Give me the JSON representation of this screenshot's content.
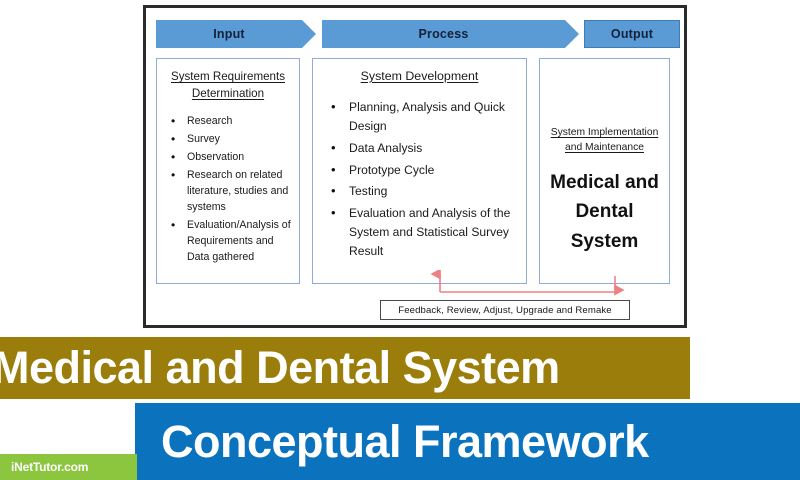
{
  "diagram": {
    "headers": [
      {
        "label": "Input",
        "shape": "chevron-arrow"
      },
      {
        "label": "Process",
        "shape": "chevron-arrow"
      },
      {
        "label": "Output",
        "shape": "rectangle"
      }
    ],
    "input_column": {
      "title_line1": "System Requirements",
      "title_line2": "Determination",
      "bullets": [
        "Research",
        "Survey",
        "Observation",
        "Research on related literature, studies and systems",
        "Evaluation/Analysis of Requirements and Data gathered"
      ]
    },
    "process_column": {
      "title": "System Development",
      "bullets": [
        "Planning, Analysis and Quick Design",
        "Data Analysis",
        "Prototype Cycle",
        "Testing",
        "Evaluation and Analysis of the System and Statistical Survey Result"
      ]
    },
    "output_column": {
      "subtitle_line1": "System Implementation",
      "subtitle_line2": "and Maintenance",
      "main_line1": "Medical and",
      "main_line2": "Dental",
      "main_line3": "System"
    },
    "feedback": {
      "label": "Feedback, Review, Adjust, Upgrade and Remake",
      "arrow_color": "#f08080"
    },
    "colors": {
      "header_fill": "#5b9bd5",
      "box_border": "#8faadc",
      "frame_border": "#2b2b2b"
    }
  },
  "banners": {
    "gold": {
      "text": "Medical and Dental System",
      "color": "#9a7d0a"
    },
    "blue": {
      "text": "Conceptual Framework",
      "color": "#0b72bd"
    }
  },
  "logo": {
    "text": "iNetTutor.com",
    "color": "#8cc63e"
  }
}
